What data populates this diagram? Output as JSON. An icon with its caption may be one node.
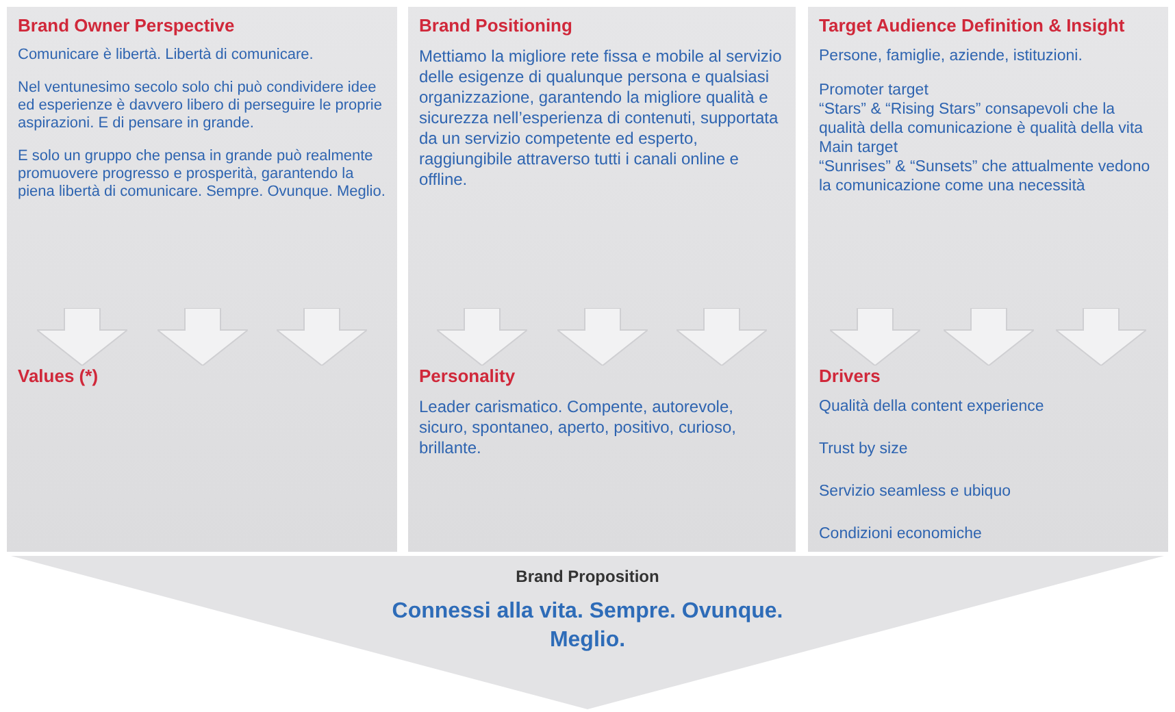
{
  "diagram": {
    "nodes": [
      {
        "text": [
          "Brand Owner Perspective",
          "Comunicare è libertà. Libertà di comunicare.",
          "Nel ventunesimo secolo solo chi può condividere idee ed esperienze è davvero libero di perseguire le proprie aspirazioni. E di pensare in grande.",
          "E solo un gruppo che pensa in grande può realmente promuovere progresso e prosperità, garantendo la piena libertà di comunicare. Sempre. Ovunque. Meglio.",
          "Values (*)"
        ]
      },
      {
        "text": [
          "Brand Positioning",
          "Mettiamo la migliore rete fissa e mobile al servizio delle esigenze di qualunque persona e qualsiasi organizzazione, garantendo la migliore qualità e sicurezza nell’esperienza di contenuti, supportata da un servizio competente ed esperto, raggiungibile attraverso tutti i canali online e offline.",
          "Personality",
          "Leader carismatico. Compente, autorevole, sicuro, spontaneo, aperto, positivo, curioso, brillante."
        ]
      },
      {
        "text": [
          "Target Audience Definition & Insight",
          "Persone, famiglie, aziende, istituzioni.",
          "Promoter target",
          "“Stars” & “Rising Stars” consapevoli che la qualità della comunicazione è qualità della vita",
          "Main target",
          "“Sunrises” & “Sunsets” che attualmente vedono la comunicazione come una necessità",
          "Drivers",
          "Qualità della content experience",
          "Trust by size",
          "Servizio seamless e ubiquo",
          "Condizioni economiche"
        ]
      },
      {
        "text": [
          "Brand Proposition",
          "Connessi alla vita. Sempre. Ovunque. Meglio."
        ]
      }
    ]
  }
}
